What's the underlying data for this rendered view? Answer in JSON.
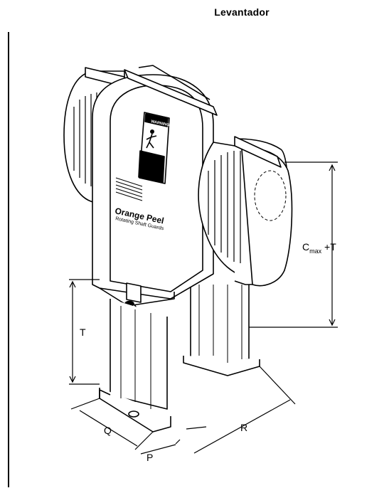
{
  "header": {
    "title": "Levantador"
  },
  "product": {
    "brand": "Orange Peel",
    "subtitle": "Rotating Shaft Guards",
    "warning_label": "WARNING"
  },
  "dimensions": {
    "c_main": "C",
    "c_sub": "max",
    "c_suffix": " +T",
    "t": "T",
    "q": "Q",
    "p": "P",
    "r": "R"
  }
}
